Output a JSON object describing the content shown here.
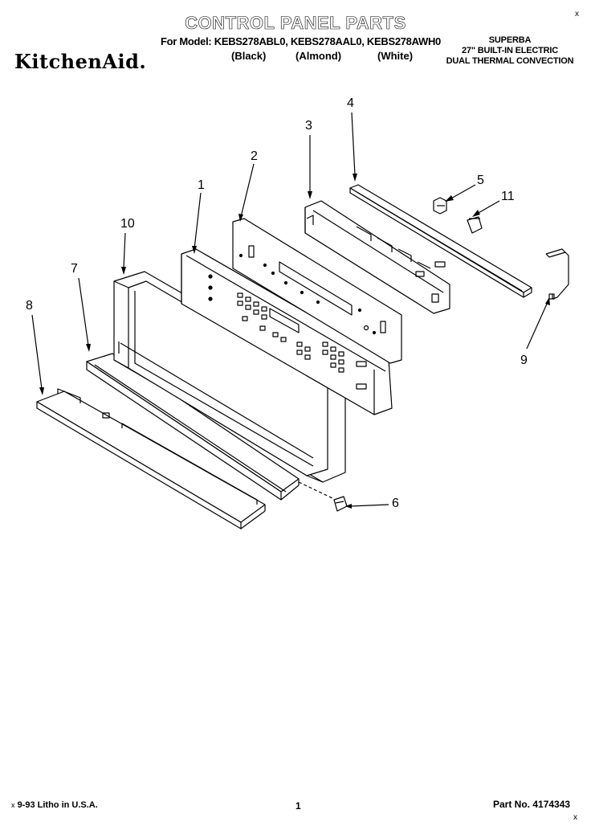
{
  "header": {
    "title": "CONTROL PANEL PARTS",
    "model_line": "For Model: KEBS278ABL0, KEBS278AAL0, KEBS278AWH0",
    "colors": [
      "(Black)",
      "(Almond)",
      "(White)"
    ],
    "brand": "KitchenAid.",
    "series": "SUPERBA",
    "product": "27\" BUILT-IN ELECTRIC",
    "product_type": "DUAL THERMAL CONVECTION",
    "corner_mark": "x"
  },
  "callouts": [
    "1",
    "2",
    "3",
    "4",
    "5",
    "6",
    "7",
    "8",
    "9",
    "10",
    "11"
  ],
  "footer": {
    "litho": "9-93 Litho in U.S.A.",
    "mark": "x",
    "page": "1",
    "part_no": "Part No. 4174343",
    "bottom_mark": "x"
  }
}
